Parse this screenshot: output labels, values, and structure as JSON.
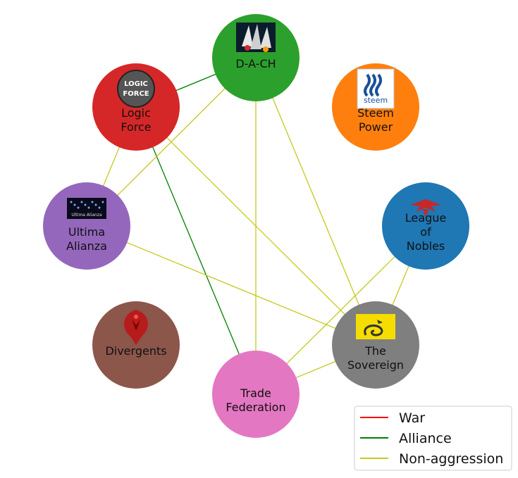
{
  "colors": {
    "war": "#ff0000",
    "alliance": "#008000",
    "nonaggression": "#c8c81e"
  },
  "legend": {
    "war": "War",
    "alliance": "Alliance",
    "nonaggression": "Non-aggression"
  },
  "nodes": [
    {
      "id": "dach",
      "lines": [
        "D-A-CH"
      ],
      "color": "#2ca02c",
      "icon": "rocket-logo-icon"
    },
    {
      "id": "logic",
      "lines": [
        "Logic",
        "Force"
      ],
      "color": "#d62728",
      "icon": "logic-force-logo-icon",
      "logo_text": [
        "LOGIC",
        "FORCE"
      ]
    },
    {
      "id": "steem",
      "lines": [
        "Steem",
        "Power"
      ],
      "color": "#ff7f0e",
      "icon": "steem-logo-icon",
      "logo_text": [
        "steem"
      ]
    },
    {
      "id": "ultima",
      "lines": [
        "Ultima",
        "Alianza"
      ],
      "color": "#9467bd",
      "icon": "ultima-alianza-banner-icon",
      "logo_text": [
        "Ultima Alianza"
      ]
    },
    {
      "id": "league",
      "lines": [
        "League",
        "of",
        "Nobles"
      ],
      "color": "#1f77b4",
      "icon": "phoenix-emblem-icon"
    },
    {
      "id": "divergents",
      "lines": [
        "Divergents"
      ],
      "color": "#8c564b",
      "icon": "red-phoenix-icon"
    },
    {
      "id": "sovereign",
      "lines": [
        "The",
        "Sovereign"
      ],
      "color": "#7f7f7f",
      "icon": "gadsden-flag-icon"
    },
    {
      "id": "trade",
      "lines": [
        "Trade",
        "Federation"
      ],
      "color": "#e377c2",
      "icon": ""
    }
  ],
  "edges": [
    {
      "from": "logic",
      "to": "dach",
      "type": "alliance"
    },
    {
      "from": "logic",
      "to": "trade",
      "type": "alliance"
    },
    {
      "from": "dach",
      "to": "ultima",
      "type": "nonaggression"
    },
    {
      "from": "dach",
      "to": "trade",
      "type": "nonaggression"
    },
    {
      "from": "dach",
      "to": "sovereign",
      "type": "nonaggression"
    },
    {
      "from": "logic",
      "to": "ultima",
      "type": "nonaggression"
    },
    {
      "from": "logic",
      "to": "sovereign",
      "type": "nonaggression"
    },
    {
      "from": "ultima",
      "to": "sovereign",
      "type": "nonaggression"
    },
    {
      "from": "league",
      "to": "sovereign",
      "type": "nonaggression"
    },
    {
      "from": "league",
      "to": "trade",
      "type": "nonaggression"
    },
    {
      "from": "sovereign",
      "to": "trade",
      "type": "nonaggression"
    }
  ]
}
